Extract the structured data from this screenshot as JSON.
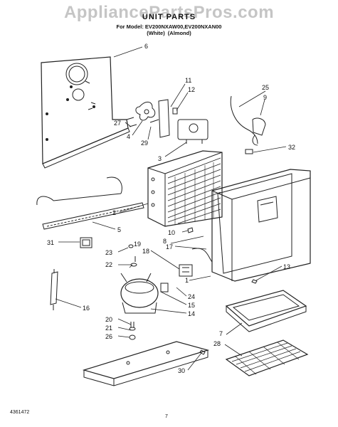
{
  "watermark": "AppliancePartsPros.com",
  "title": "UNIT PARTS",
  "model_line": "For Model: EV200NXAW00,EV200NXAN00",
  "colors_line": "(White)    (Almond)",
  "footer": {
    "doc_number": "4361472",
    "page_number": "7"
  },
  "callouts": [
    "6",
    "11",
    "12",
    "27",
    "4",
    "29",
    "3",
    "25",
    "9",
    "32",
    "2",
    "5",
    "10",
    "8",
    "17",
    "31",
    "23",
    "19",
    "18",
    "22",
    "1",
    "13",
    "24",
    "15",
    "14",
    "16",
    "20",
    "21",
    "26",
    "7",
    "28",
    "30"
  ]
}
